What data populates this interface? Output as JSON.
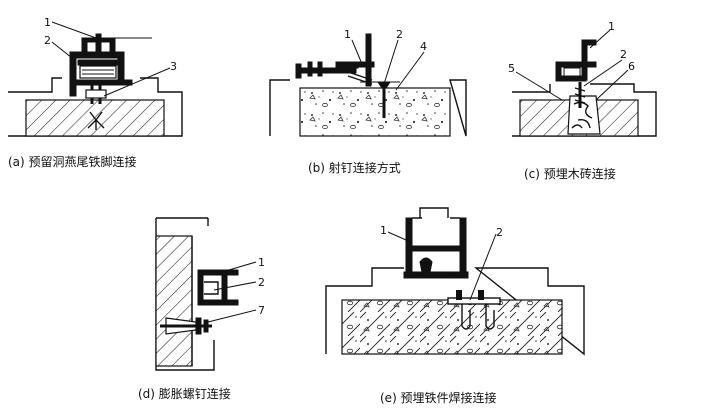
{
  "captions": {
    "a": "(a) 预留洞燕尾铁脚连接",
    "b": "(b) 射钉连接方式",
    "c": "(c) 预埋木砖连接",
    "d": "(d) 膨胀螺钉连接",
    "e": "(e) 预埋铁件焊接连接"
  },
  "callouts": {
    "a": [
      "1",
      "2",
      "3"
    ],
    "b": [
      "1",
      "2",
      "4"
    ],
    "c": [
      "1",
      "2",
      "5",
      "6"
    ],
    "d": [
      "1",
      "2",
      "7"
    ],
    "e": [
      "1",
      "2"
    ]
  }
}
